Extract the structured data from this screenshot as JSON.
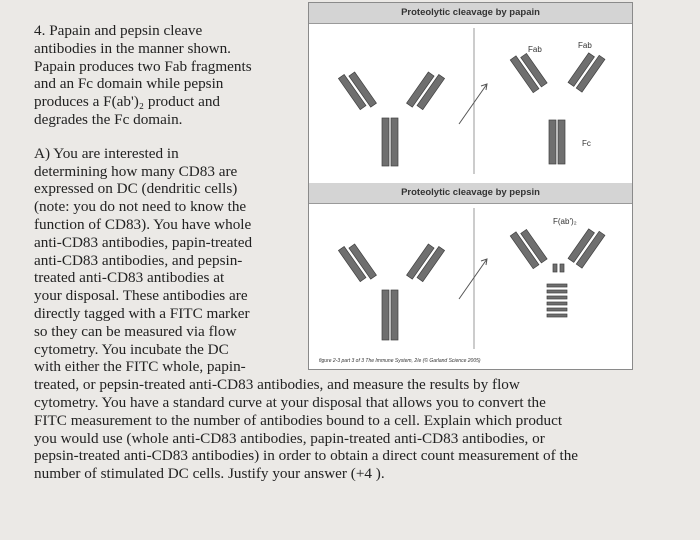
{
  "question": {
    "intro_lines": [
      "4. Papain and pepsin cleave",
      "antibodies in the manner shown.",
      "Papain produces two Fab fragments",
      "and an Fc domain while pepsin",
      "produces a F(ab')₂ product and",
      "degrades the Fc domain."
    ],
    "part_a_lines": [
      "A) You are interested in",
      "determining how many CD83 are",
      "expressed on DC (dendritic cells)",
      "(note: you do not need to know the",
      "function of CD83). You have whole",
      "anti-CD83 antibodies, papin-treated",
      "anti-CD83 antibodies, and pepsin-",
      "treated anti-CD83 antibodies at",
      "your disposal. These antibodies are",
      "directly tagged with a FITC marker",
      "so they can be measured via flow",
      "cytometry. You incubate the DC",
      "with either the FITC whole, papin-"
    ],
    "part_a_wide_lines": [
      "treated, or pepsin-treated anti-CD83 antibodies, and measure the results by flow",
      "cytometry. You have a standard curve at your disposal that allows you to convert the",
      "FITC measurement to the number of antibodies bound to a cell. Explain which product",
      "you would use (whole anti-CD83 antibodies, papin-treated anti-CD83 antibodies, or",
      "pepsin-treated anti-CD83 antibodies) in order to obtain a direct count measurement of the",
      "number of stimulated DC cells. Justify your answer (+4        )."
    ]
  },
  "figure": {
    "papain_title": "Proteolytic cleavage by papain",
    "pepsin_title": "Proteolytic cleavage by pepsin",
    "fab_label_1": "Fab",
    "fab_label_2": "Fab",
    "fc_label": "Fc",
    "fab2_label": "F(ab')₂",
    "caption": "figure 2-3 part 3 of 3 The Immune System, 2/e (© Garland Science 2005)"
  }
}
